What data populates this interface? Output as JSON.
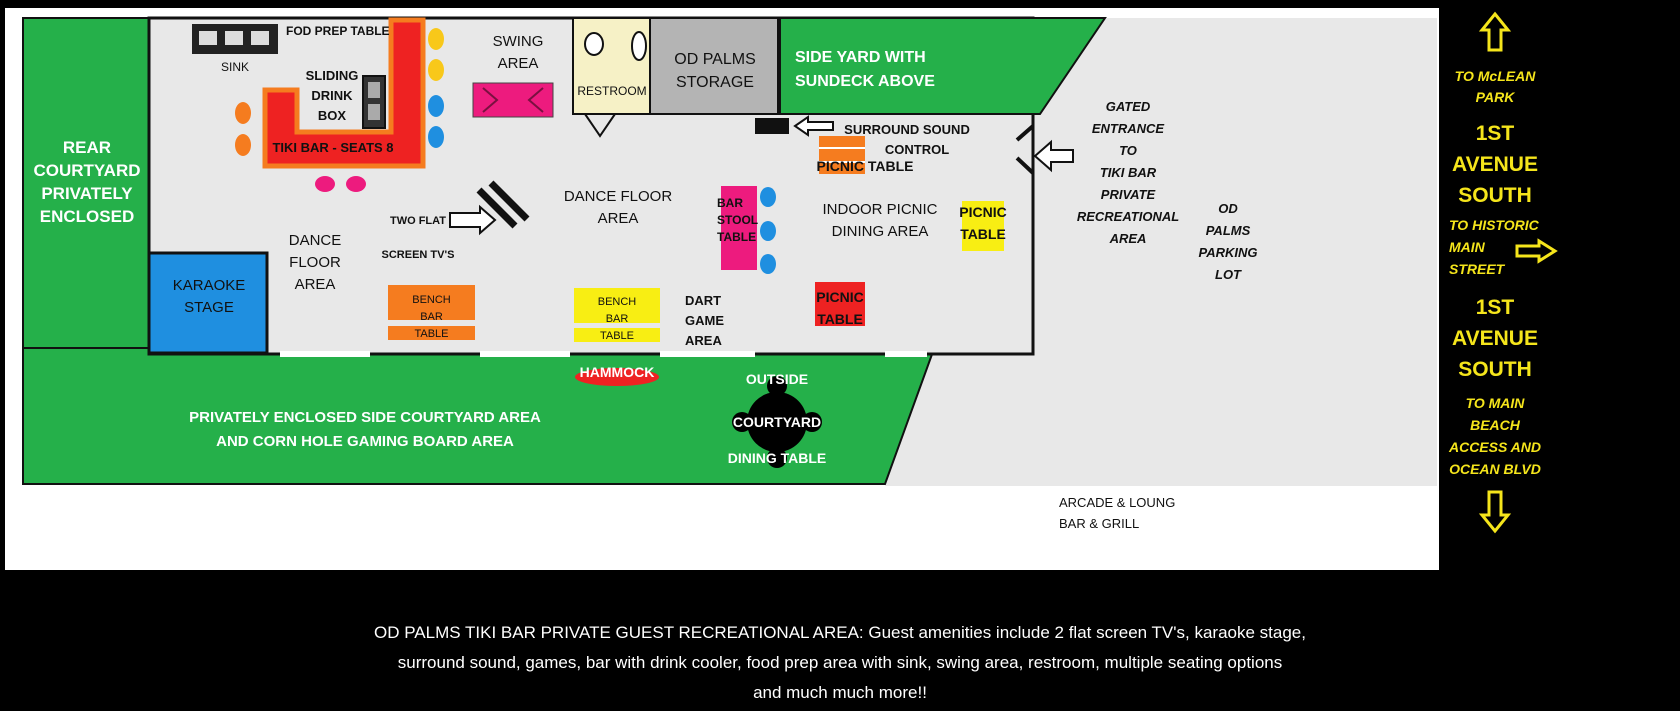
{
  "colors": {
    "green": "#25b04a",
    "grey": "#e8e8e8",
    "red": "#ee2222",
    "orange": "#f57c1f",
    "yellow": "#f8ee13",
    "magenta": "#ed1b7e",
    "blue": "#1f8fe0",
    "storage": "#b4b4b4",
    "restroom": "#f6f1c6",
    "street": "#000000",
    "street_text": "#f5e51b"
  },
  "labels": {
    "rear_courtyard": [
      "REAR",
      "COURTYARD",
      "PRIVATELY",
      "ENCLOSED"
    ],
    "sink": "SINK",
    "fod_prep_table": "FOD PREP TABLE",
    "sliding_drink_box": [
      "SLIDING",
      "DRINK",
      "BOX"
    ],
    "tiki_bar": "TIKI BAR - SEATS 8",
    "swing_area": [
      "SWING",
      "AREA"
    ],
    "restroom": "RESTROOM",
    "storage": [
      "OD PALMS",
      "STORAGE"
    ],
    "side_yard": [
      "SIDE YARD WITH",
      "SUNDECK ABOVE"
    ],
    "surround_sound": [
      "SURROUND SOUND",
      "CONTROL"
    ],
    "picnic_table_top": "PICNIC TABLE",
    "gated_entrance": [
      "GATED",
      "ENTRANCE",
      "TO",
      "TIKI BAR",
      "PRIVATE",
      "RECREATIONAL",
      "AREA"
    ],
    "parking_lot": [
      "OD",
      "PALMS",
      "PARKING",
      "LOT"
    ],
    "two_flat_tvs": [
      "TWO FLAT",
      "SCREEN TV'S"
    ],
    "dance_floor_center": [
      "DANCE FLOOR",
      "AREA"
    ],
    "dance_floor_left": [
      "DANCE",
      "FLOOR",
      "AREA"
    ],
    "bar_stool_table": [
      "BAR",
      "STOOL",
      "TABLE"
    ],
    "indoor_picnic": [
      "INDOOR PICNIC",
      "DINING AREA"
    ],
    "picnic_table_yellow": [
      "PICNIC",
      "TABLE"
    ],
    "karaoke_stage": [
      "KARAOKE",
      "STAGE"
    ],
    "bench_bar_table_orange": [
      "BENCH",
      "BAR",
      "TABLE"
    ],
    "bench_bar_table_yellow": [
      "BENCH",
      "BAR",
      "TABLE"
    ],
    "dart_game": [
      "DART",
      "GAME",
      "AREA"
    ],
    "picnic_table_red": [
      "PICNIC",
      "TABLE"
    ],
    "hammock": "HAMMOCK",
    "outside_courtyard": [
      "OUTSIDE",
      "COURTYARD",
      "DINING TABLE"
    ],
    "side_courtyard": [
      "PRIVATELY ENCLOSED SIDE COURTYARD AREA",
      "AND CORN HOLE GAMING  BOARD AREA"
    ],
    "arcade": [
      "ARCADE & LOUNG",
      "BAR & GRILL"
    ]
  },
  "street": {
    "to_mclean": [
      "TO McLEAN",
      "PARK"
    ],
    "avenue_1": [
      "1ST",
      "AVENUE",
      "SOUTH"
    ],
    "to_historic": [
      "TO HISTORIC",
      "MAIN",
      "STREET"
    ],
    "avenue_2": [
      "1ST",
      "AVENUE",
      "SOUTH"
    ],
    "to_beach": [
      "TO MAIN",
      "BEACH",
      "ACCESS AND",
      "OCEAN BLVD"
    ]
  },
  "caption": [
    "OD PALMS TIKI BAR PRIVATE GUEST RECREATIONAL AREA: Guest amenities include 2 flat screen TV's, karaoke stage,",
    "surround sound, games, bar with drink cooler, food prep area with sink, swing area, restroom, multiple seating options",
    "and much much more!!"
  ]
}
